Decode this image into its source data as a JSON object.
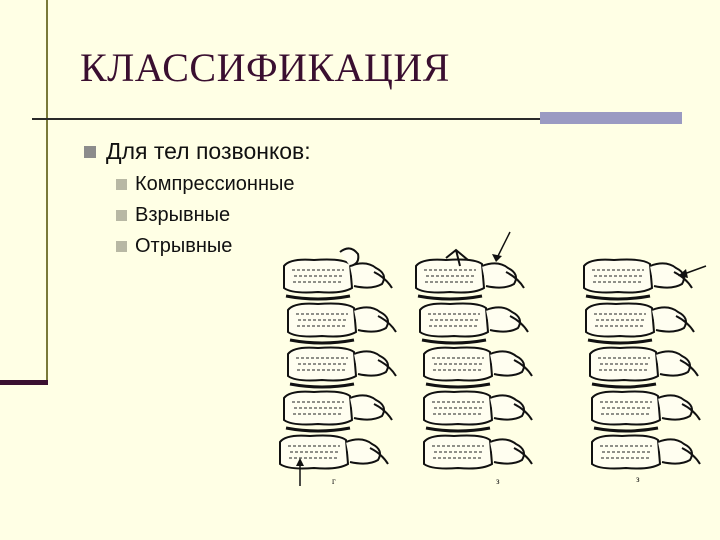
{
  "slide": {
    "title": "КЛАССИФИКАЦИЯ",
    "bullet": "Для тел позвонков:",
    "sub_bullets": [
      "Компрессионные",
      "Взрывные",
      "Отрывные"
    ],
    "figure_labels": [
      "г",
      "з",
      "з"
    ]
  },
  "colors": {
    "background": "#ffffe5",
    "title": "#3a0f30",
    "accent_bar": "#9a9ac2",
    "left_band": "#3a1030"
  },
  "icons": [
    "bullet-square-icon",
    "arrow-icon"
  ]
}
